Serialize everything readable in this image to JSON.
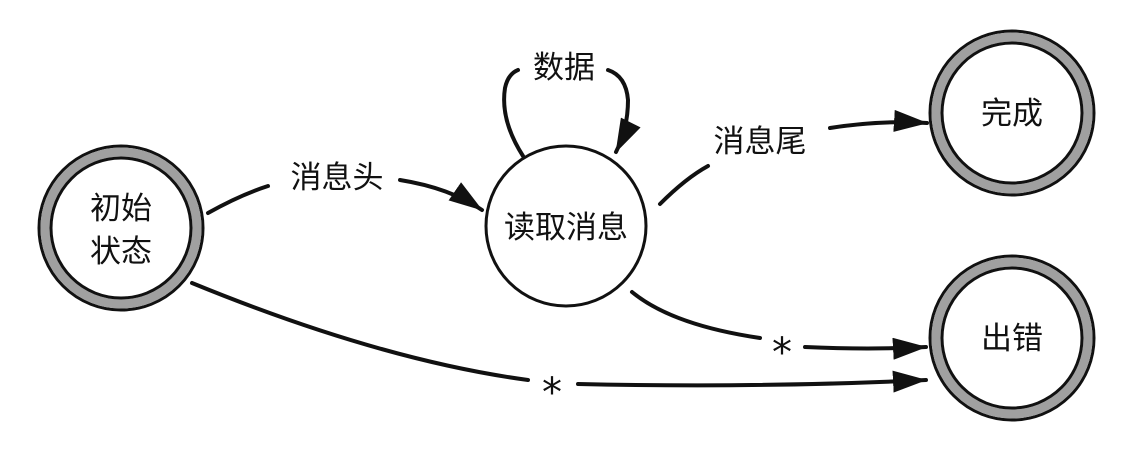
{
  "diagram": {
    "colors": {
      "stroke": "#111111",
      "terminal_ring": "#a0a0a0",
      "background": "#ffffff"
    },
    "nodes": {
      "initial": {
        "line1": "初始",
        "line2": "状态"
      },
      "reading": {
        "label": "读取消息"
      },
      "done": {
        "label": "完成"
      },
      "error": {
        "label": "出错"
      }
    },
    "edges": {
      "header": {
        "label": "消息头"
      },
      "data": {
        "label": "数据"
      },
      "trailer": {
        "label": "消息尾"
      },
      "read_error": {
        "label": "*"
      },
      "init_error": {
        "label": "*"
      }
    }
  }
}
